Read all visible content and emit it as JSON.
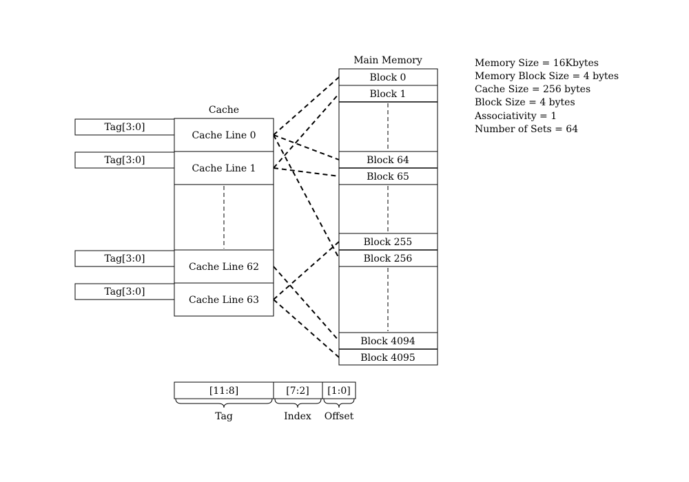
{
  "cache": {
    "title": "Cache",
    "lines": [
      "Cache Line 0",
      "Cache Line 1",
      "Cache Line 62",
      "Cache Line 63"
    ],
    "tag_label": "Tag[3:0]"
  },
  "memory": {
    "title": "Main Memory",
    "blocks": [
      "Block 0",
      "Block 1",
      "Block 64",
      "Block 65",
      "Block 255",
      "Block 256",
      "Block 4094",
      "Block 4095"
    ]
  },
  "specs": [
    "Memory Size = 16Kbytes",
    "Memory Block Size = 4 bytes",
    "Cache Size = 256 bytes",
    "Block Size = 4 bytes",
    "Associativity = 1",
    "Number of Sets = 64"
  ],
  "address": {
    "fields": [
      {
        "bits": "[11:8]",
        "label": "Tag"
      },
      {
        "bits": "[7:2]",
        "label": "Index"
      },
      {
        "bits": "[1:0]",
        "label": "Offset"
      }
    ]
  },
  "mappings": [
    {
      "line": "Cache Line 0",
      "blocks": [
        "Block 0",
        "Block 64",
        "Block 256"
      ]
    },
    {
      "line": "Cache Line 1",
      "blocks": [
        "Block 1",
        "Block 65"
      ]
    },
    {
      "line": "Cache Line 62",
      "blocks": [
        "Block 4094"
      ]
    },
    {
      "line": "Cache Line 63",
      "blocks": [
        "Block 255",
        "Block 4095"
      ]
    }
  ]
}
